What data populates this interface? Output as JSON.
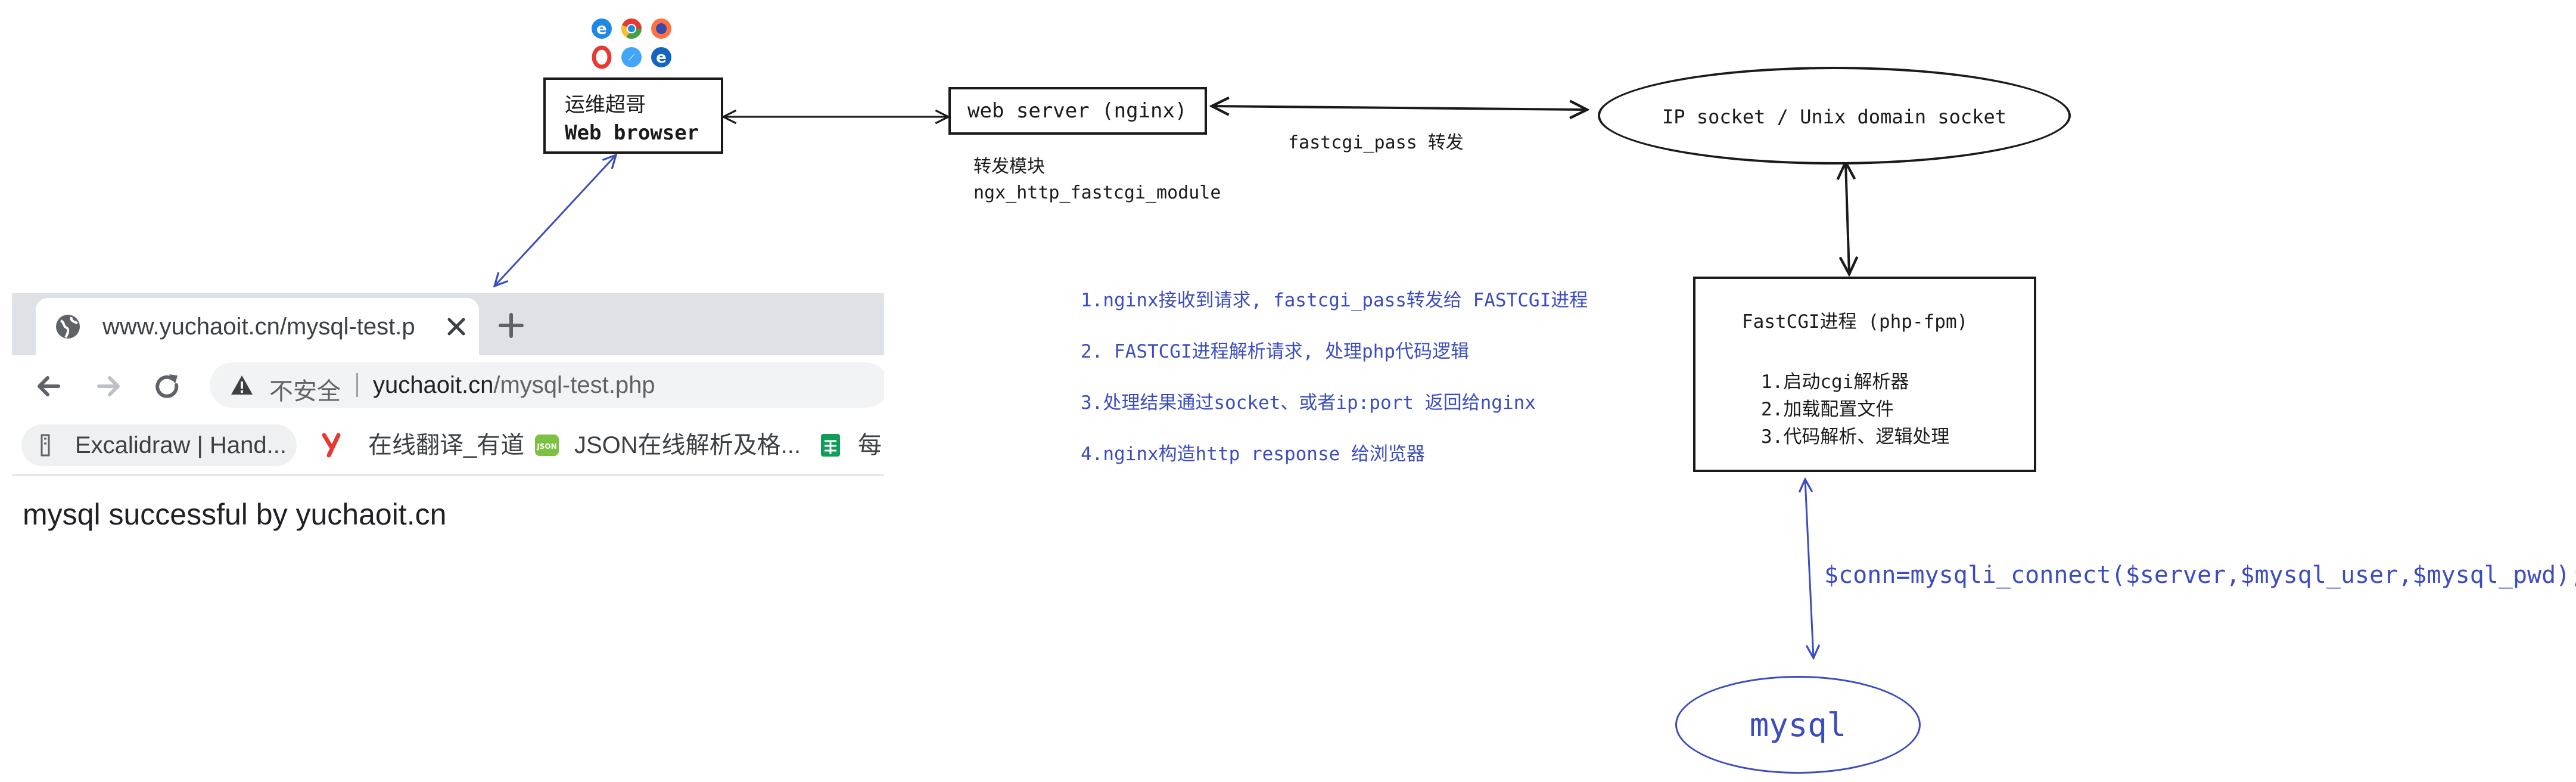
{
  "browser_node": {
    "line1": "运维超哥",
    "line2": "Web browser"
  },
  "webserver_node": {
    "label": "web server (nginx)"
  },
  "module_note": {
    "line1": "转发模块",
    "line2": "ngx_http_fastcgi_module"
  },
  "fastcgi_pass_label": "fastcgi_pass 转发",
  "socket_node": {
    "label": "IP socket / Unix domain socket"
  },
  "steps": [
    "1.nginx接收到请求, fastcgi_pass转发给 FASTCGI进程",
    "2. FASTCGI进程解析请求, 处理php代码逻辑",
    "3.处理结果通过socket、或者ip:port 返回给nginx",
    "4.nginx构造http response 给浏览器"
  ],
  "fastcgi_node": {
    "title": "FastCGI进程 (php-fpm)",
    "items": [
      "1.启动cgi解析器",
      "2.加载配置文件",
      "3.代码解析、逻辑处理"
    ]
  },
  "mysql_connect_code": "$conn=mysqli_connect($server,$mysql_user,$mysql_pwd);",
  "mysql_node": {
    "label": "mysql"
  },
  "browser_screenshot": {
    "tab_title": "www.yuchaoit.cn/mysql-test.p",
    "not_secure": "不安全",
    "url_host": "yuchaoit.cn",
    "url_path": "/mysql-test.php",
    "bookmarks": [
      "Excalidraw | Hand...",
      "在线翻译_有道",
      "JSON在线解析及格...",
      "每"
    ],
    "page_text": "mysql successful by yuchaoit.cn"
  },
  "colors": {
    "ink": "#1a1a1a",
    "accent_blue": "#3b4cc0",
    "chrome_gray": "#dee1e6"
  }
}
